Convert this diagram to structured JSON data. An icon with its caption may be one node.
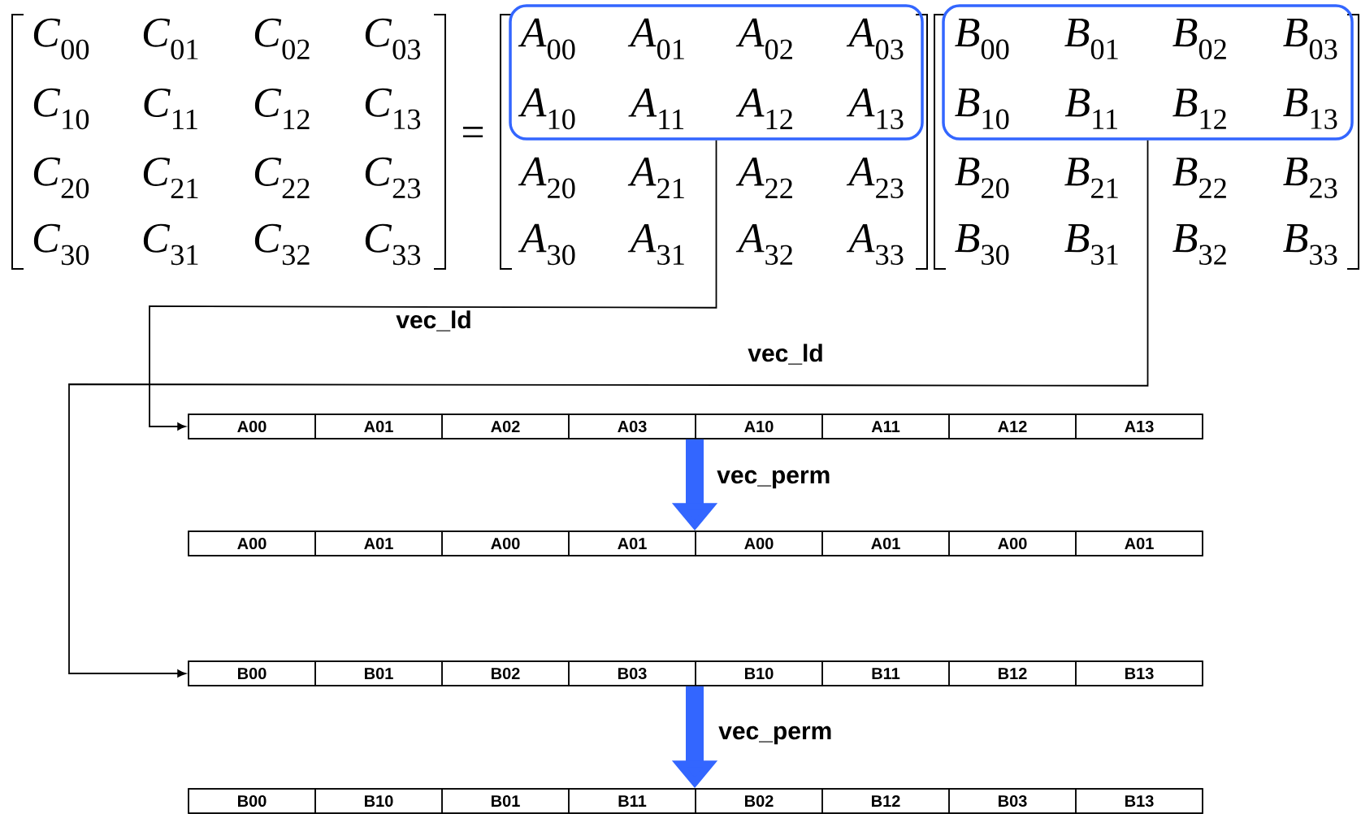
{
  "diagram": {
    "nodes": [
      {
        "text": [
          "*A*$_{00}$",
          "*A*$_{01}$",
          "*A*$_{02}$",
          "*A*$_{03}$",
          "*A*$_{10}$",
          "*A*$_{11}$",
          "*A*$_{12}$",
          "*A*$_{13}$"
        ]
      },
      {
        "text": [
          "*B*$_{00}$",
          "*B*$_{01}$",
          "*B*$_{02}$",
          "*B*$_{03}$",
          "*B*$_{10}$",
          "*B*$_{11}$",
          "*B*$_{12}$",
          "*B*$_{13}$"
        ]
      },
      {
        "text": [
          "A00",
          "A01",
          "A02",
          "A03",
          "A10",
          "A11",
          "A12",
          "A13"
        ]
      },
      {
        "text": [
          "A00",
          "A01",
          "A00",
          "A01",
          "A00",
          "A01",
          "A00",
          "A01"
        ]
      },
      {
        "text": [
          "B00",
          "B01",
          "B02",
          "B03",
          "B10",
          "B11",
          "B12",
          "B13"
        ]
      },
      {
        "text": [
          "B00",
          "B10",
          "B01",
          "B11",
          "B02",
          "B12",
          "B03",
          "B13"
        ]
      }
    ],
    "edges": [
      {
        "from": 0,
        "to": 2,
        "arrow": "to",
        "label": "vec_ld"
      },
      {
        "from": 1,
        "to": 4,
        "arrow": "to",
        "label": "vec_ld"
      },
      {
        "from": 2,
        "to": 3,
        "arrow": "to",
        "label": "vec_perm",
        "style": "thick",
        "color": "#3366ff"
      },
      {
        "from": 4,
        "to": 5,
        "arrow": "to",
        "label": "vec_perm",
        "style": "thick",
        "color": "#3366ff"
      }
    ],
    "labels": [
      "*C*$_{00}$",
      "*C*$_{01}$",
      "*C*$_{02}$",
      "*C*$_{03}$",
      "*C*$_{10}$",
      "*C*$_{11}$",
      "*C*$_{12}$",
      "*C*$_{13}$",
      "*C*$_{20}$",
      "*C*$_{21}$",
      "*C*$_{22}$",
      "*C*$_{23}$",
      "*C*$_{30}$",
      "*C*$_{31}$",
      "*C*$_{32}$",
      "*C*$_{33}$",
      "=",
      "*A*$_{20}$",
      "*A*$_{21}$",
      "*A*$_{22}$",
      "*A*$_{23}$",
      "*A*$_{30}$",
      "*A*$_{31}$",
      "*A*$_{32}$",
      "*A*$_{33}$",
      "*B*$_{20}$",
      "*B*$_{21}$",
      "*B*$_{22}$",
      "*B*$_{23}$",
      "*B*$_{30}$",
      "*B*$_{31}$",
      "*B*$_{32}$",
      "*B*$_{33}$"
    ]
  }
}
